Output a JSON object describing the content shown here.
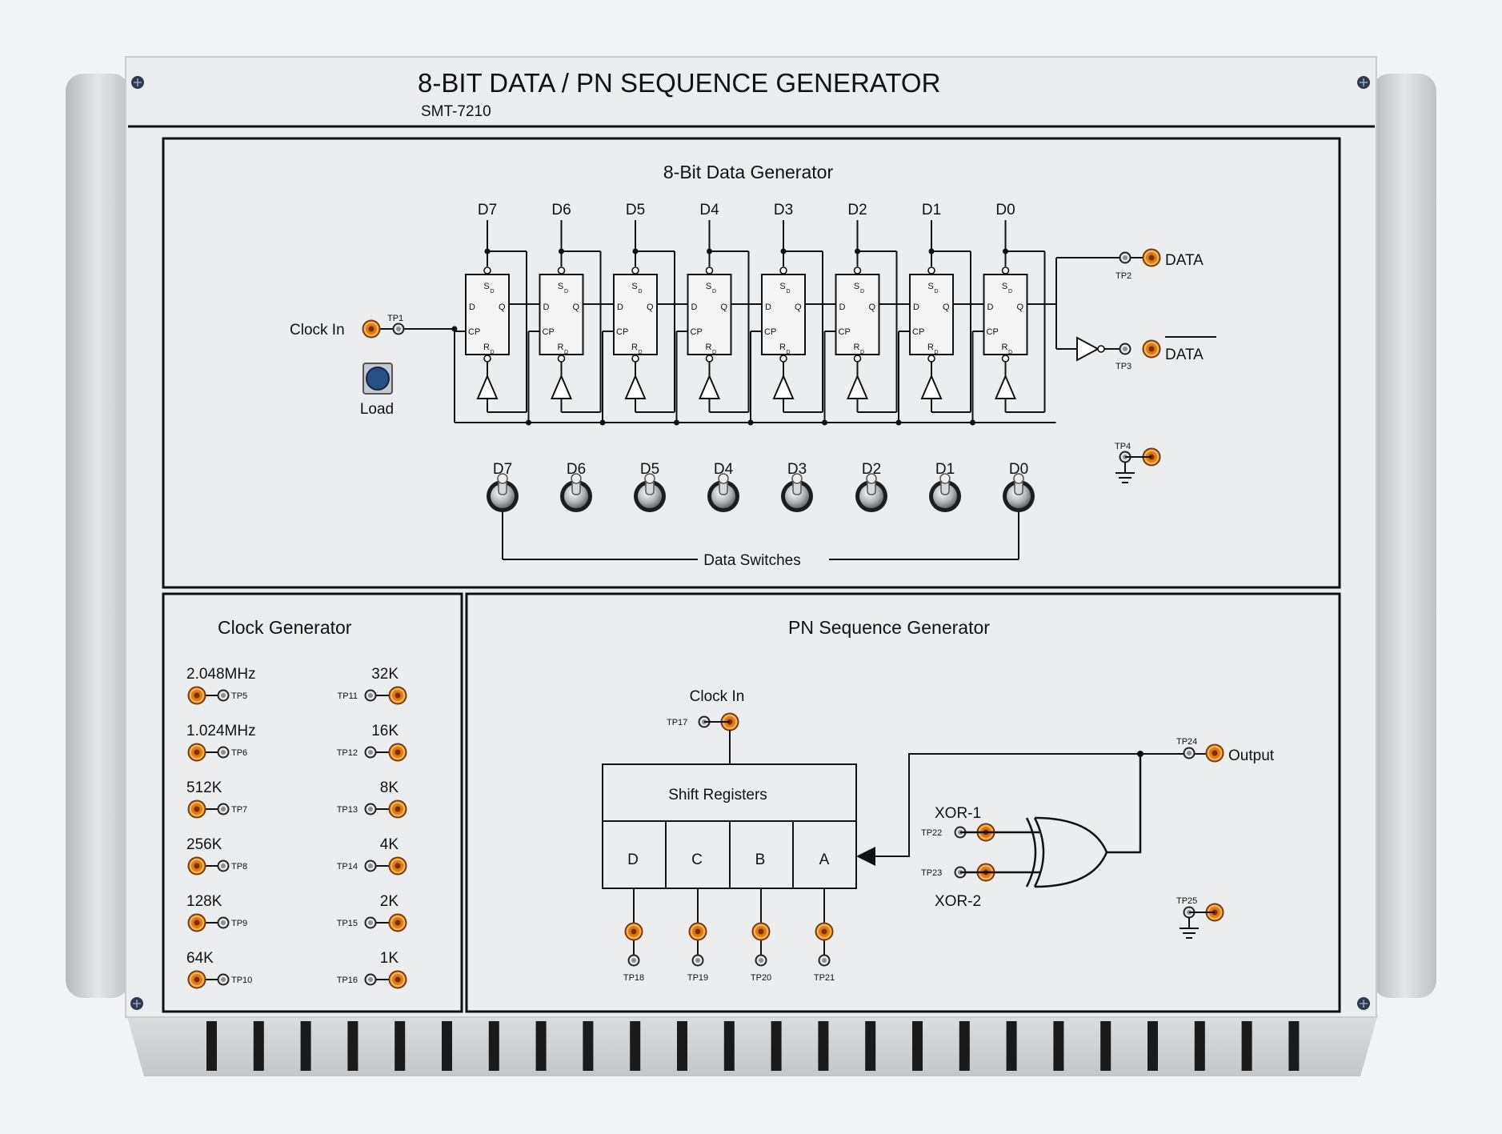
{
  "header": {
    "title": "8-BIT DATA / PN SEQUENCE GENERATOR",
    "model": "SMT-7210"
  },
  "data_generator": {
    "title": "8-Bit Data Generator",
    "bits": [
      "D7",
      "D6",
      "D5",
      "D4",
      "D3",
      "D2",
      "D1",
      "D0"
    ],
    "flipflop_pins": {
      "sd": "S",
      "sd_sub": "D",
      "d": "D",
      "q": "Q",
      "cp": "CP",
      "rd": "R",
      "rd_sub": "D"
    },
    "clock_in_label": "Clock In",
    "tp1": "TP1",
    "load_label": "Load",
    "data_label": "DATA",
    "data_inv_label": "DATA",
    "tp2": "TP2",
    "tp3": "TP3",
    "tp4": "TP4",
    "switch_labels": [
      "D7",
      "D6",
      "D5",
      "D4",
      "D3",
      "D2",
      "D1",
      "D0"
    ],
    "switches_caption": "Data Switches"
  },
  "clock_generator": {
    "title": "Clock Generator",
    "left": [
      {
        "freq": "2.048MHz",
        "tp": "TP5"
      },
      {
        "freq": "1.024MHz",
        "tp": "TP6"
      },
      {
        "freq": "512K",
        "tp": "TP7"
      },
      {
        "freq": "256K",
        "tp": "TP8"
      },
      {
        "freq": "128K",
        "tp": "TP9"
      },
      {
        "freq": "64K",
        "tp": "TP10"
      }
    ],
    "right": [
      {
        "freq": "32K",
        "tp": "TP11"
      },
      {
        "freq": "16K",
        "tp": "TP12"
      },
      {
        "freq": "8K",
        "tp": "TP13"
      },
      {
        "freq": "4K",
        "tp": "TP14"
      },
      {
        "freq": "2K",
        "tp": "TP15"
      },
      {
        "freq": "1K",
        "tp": "TP16"
      }
    ]
  },
  "pn_generator": {
    "title": "PN Sequence Generator",
    "clock_in_label": "Clock In",
    "tp17": "TP17",
    "shift_registers_label": "Shift Registers",
    "cells": [
      "D",
      "C",
      "B",
      "A"
    ],
    "cell_tps": [
      "TP18",
      "TP19",
      "TP20",
      "TP21"
    ],
    "xor1_label": "XOR-1",
    "xor2_label": "XOR-2",
    "tp22": "TP22",
    "tp23": "TP23",
    "tp24": "TP24",
    "tp25": "TP25",
    "output_label": "Output"
  },
  "colors": {
    "panel": "#ecedef",
    "frame": "#c9cbcd",
    "jack_ring": "#e07a10",
    "jack_core": "#8a3a05",
    "tp_grey": "#9a9a9a",
    "button": "#2a4f85",
    "vent": "#1a1a1a"
  }
}
